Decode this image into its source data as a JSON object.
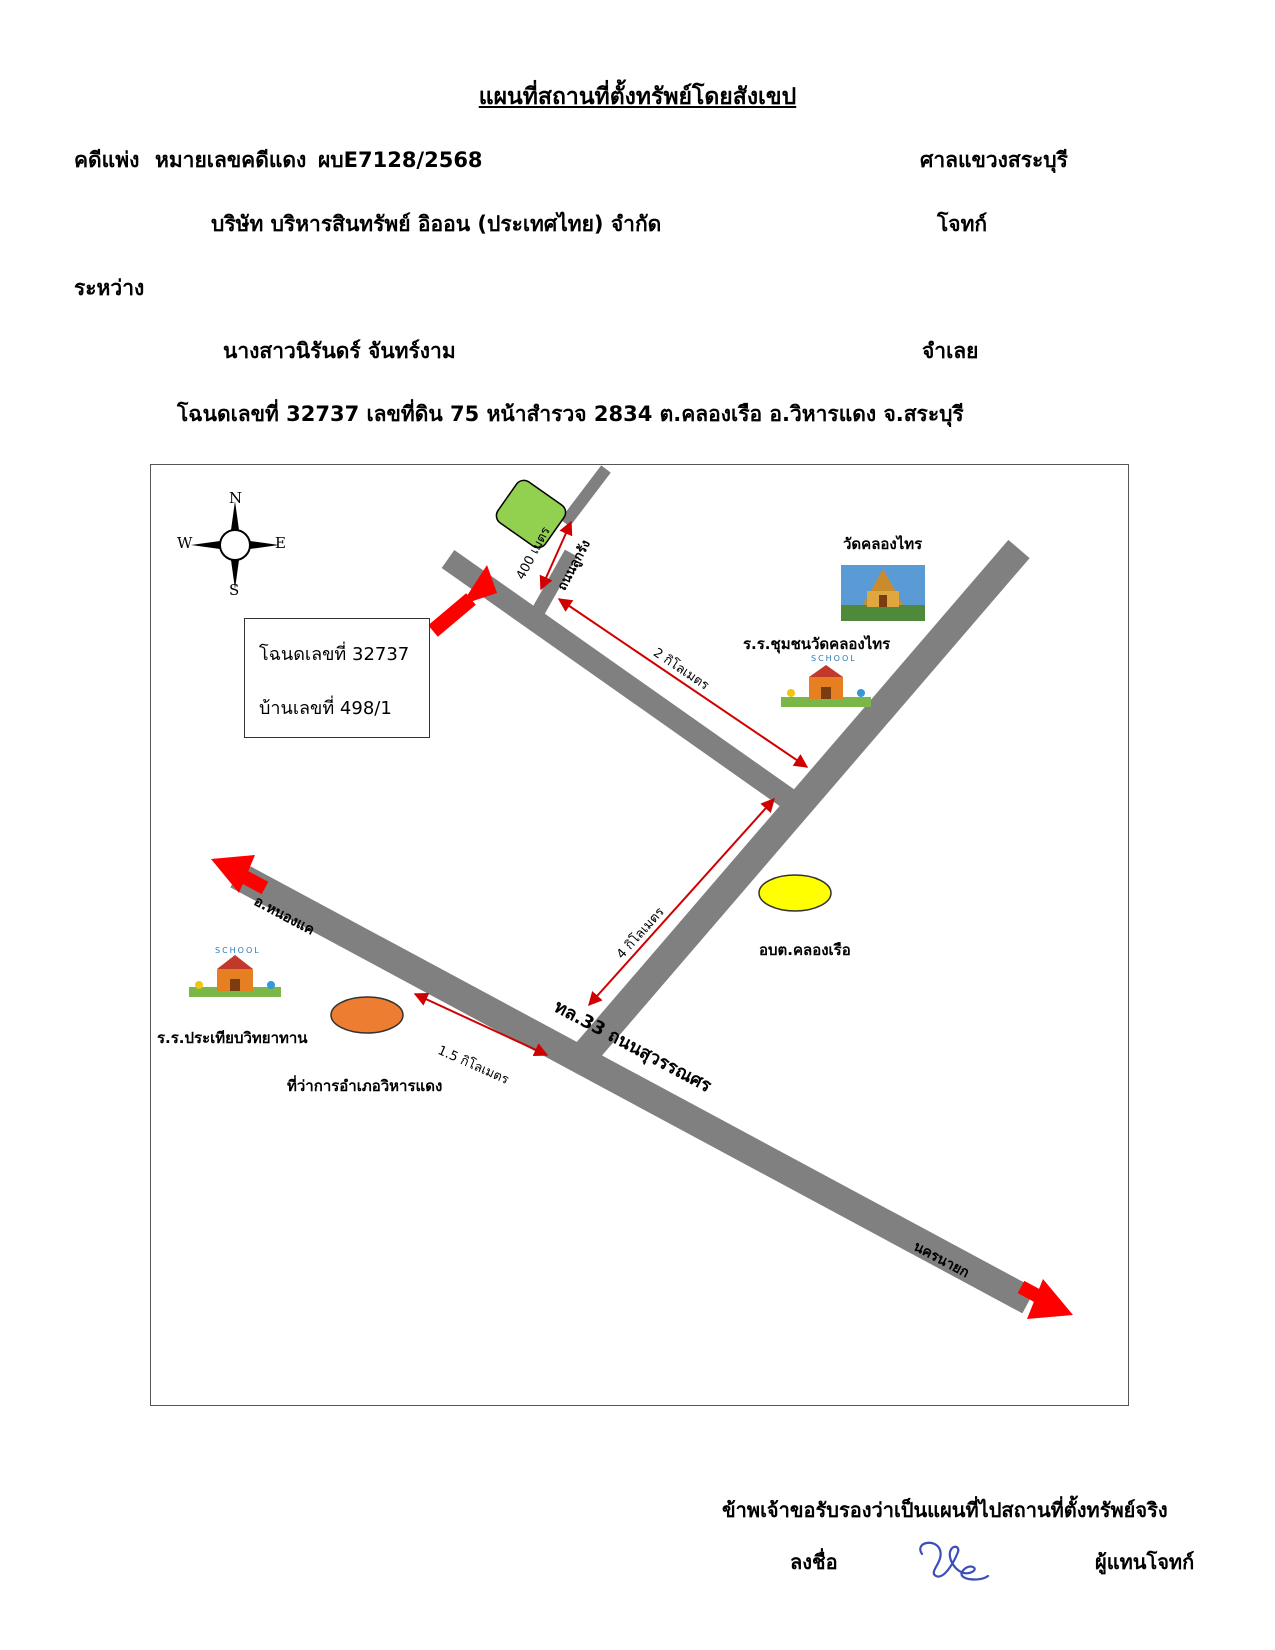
{
  "header": {
    "title": "แผนที่สถานที่ตั้งทรัพย์โดยสังเขป",
    "case_label": "คดีแพ่ง",
    "case_number_label": "หมายเลขคดีแดง",
    "case_number": "ผบE7128/2568",
    "court": "ศาลแขวงสระบุรี",
    "plaintiff_name": "บริษัท บริหารสินทรัพย์ อิออน (ประเทศไทย) จำกัด",
    "plaintiff_role": "โจทก์",
    "between": "ระหว่าง",
    "defendant_name": "นางสาวนิรันดร์   จันทร์งาม",
    "defendant_role": "จำเลย",
    "property_line": "โฉนดเลขที่  32737  เลขที่ดิน  75  หน้าสำรวจ  2834   ต.คลองเรือ   อ.วิหารแดง   จ.สระบุรี"
  },
  "map": {
    "compass": {
      "n": "N",
      "s": "S",
      "e": "E",
      "w": "W"
    },
    "deed_box": {
      "line1": "โฉนดเลขที่ 32737",
      "line2": "บ้านเลขที่ 498/1"
    },
    "roads": {
      "main": "ทล.33 ถนนสุวรรณศร",
      "side": "ถนนลูกรัง",
      "to_west": "อ.หนองแค",
      "to_east": "นครนายก"
    },
    "distances": {
      "d400": "400 เมตร",
      "d2km": "2 กิโลเมตร",
      "d4km": "4 กิโลเมตร",
      "d15km": "1.5  กิโลเมตร"
    },
    "landmarks": {
      "temple": "วัดคลองไทร",
      "school_temple": "ร.ร.ชุมชนวัดคลองไทร",
      "sao": "อบต.คลองเรือ",
      "school_west": "ร.ร.ประเทียบวิทยาทาน",
      "district_office": "ที่ว่าการอำเภอวิหารแดง"
    },
    "school_sign": "SCHOOL",
    "colors": {
      "road": "#808080",
      "arrow": "#ff0000",
      "property": "#92d050",
      "sao_marker": "#ffff00",
      "district_marker": "#ed7d31"
    }
  },
  "footer": {
    "certify": "ข้าพเจ้าขอรับรองว่าเป็นแผนที่ไปสถานที่ตั้งทรัพย์จริง",
    "sign_label": "ลงชื่อ",
    "representative": "ผู้แทนโจทก์"
  }
}
